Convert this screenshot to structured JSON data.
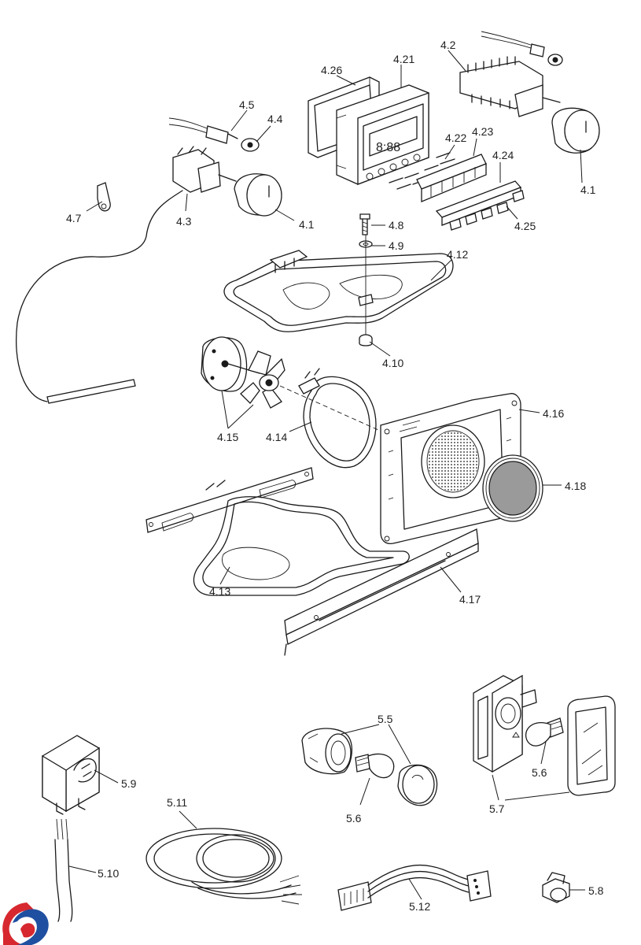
{
  "callouts": [
    {
      "id": "4.26",
      "text": "4.26"
    },
    {
      "id": "4.21",
      "text": "4.21"
    },
    {
      "id": "4.2",
      "text": "4.2"
    },
    {
      "id": "4.5",
      "text": "4.5"
    },
    {
      "id": "4.4",
      "text": "4.4"
    },
    {
      "id": "4.22",
      "text": "4.22"
    },
    {
      "id": "4.23",
      "text": "4.23"
    },
    {
      "id": "4.24",
      "text": "4.24"
    },
    {
      "id": "4.1a",
      "text": "4.1"
    },
    {
      "id": "4.1b",
      "text": "4.1"
    },
    {
      "id": "4.7",
      "text": "4.7"
    },
    {
      "id": "4.3",
      "text": "4.3"
    },
    {
      "id": "4.8",
      "text": "4.8"
    },
    {
      "id": "4.9",
      "text": "4.9"
    },
    {
      "id": "4.25",
      "text": "4.25"
    },
    {
      "id": "4.12",
      "text": "4.12"
    },
    {
      "id": "4.10",
      "text": "4.10"
    },
    {
      "id": "4.16",
      "text": "4.16"
    },
    {
      "id": "4.15",
      "text": "4.15"
    },
    {
      "id": "4.14",
      "text": "4.14"
    },
    {
      "id": "4.18",
      "text": "4.18"
    },
    {
      "id": "4.13",
      "text": "4.13"
    },
    {
      "id": "4.17",
      "text": "4.17"
    },
    {
      "id": "5.5",
      "text": "5.5"
    },
    {
      "id": "5.9",
      "text": "5.9"
    },
    {
      "id": "5.6a",
      "text": "5.6"
    },
    {
      "id": "5.6b",
      "text": "5.6"
    },
    {
      "id": "5.7",
      "text": "5.7"
    },
    {
      "id": "5.11",
      "text": "5.11"
    },
    {
      "id": "5.10",
      "text": "5.10"
    },
    {
      "id": "5.12",
      "text": "5.12"
    },
    {
      "id": "5.8",
      "text": "5.8"
    }
  ],
  "colors": {
    "line": "#1a1a1a",
    "text": "#222222",
    "seal_grey": "#9a9a9a",
    "logo_red": "#d7282f",
    "logo_blue": "#1f4fa0"
  },
  "logo": {
    "icon": "brand-swirl-icon"
  }
}
